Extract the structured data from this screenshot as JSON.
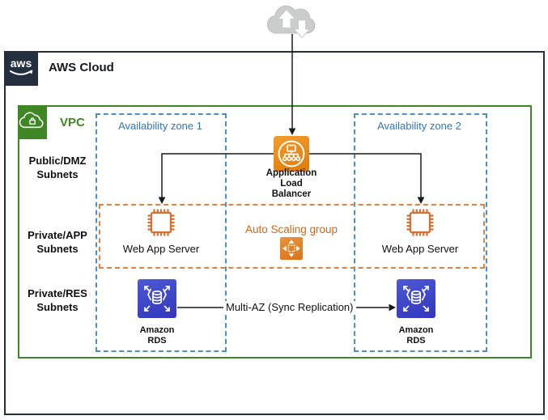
{
  "colors": {
    "aws_dark": "#232F3E",
    "vpc_green": "#3F8624",
    "az_blue": "#2E79BE",
    "orange": "#D86613",
    "rds_blue": "#3B48CC",
    "internet_cloud_gray": "#CBCDCC"
  },
  "internet": {
    "icon": "cloud-upload-download-icon"
  },
  "aws_cloud": {
    "logo_text": "aws",
    "title": "AWS Cloud"
  },
  "vpc": {
    "title": "VPC"
  },
  "zones": [
    {
      "label": "Availability zone 1"
    },
    {
      "label": "Availability zone 2"
    }
  ],
  "subnets": [
    {
      "line1": "Public/DMZ",
      "line2": "Subnets"
    },
    {
      "line1": "Private/APP",
      "line2": "Subnets"
    },
    {
      "line1": "Private/RES",
      "line2": "Subnets"
    }
  ],
  "load_balancer": {
    "line1": "Application",
    "line2": "Load",
    "line3": "Balancer"
  },
  "web_servers": [
    {
      "label": "Web App Server"
    },
    {
      "label": "Web App Server"
    }
  ],
  "auto_scaling_group": {
    "label": "Auto Scaling group"
  },
  "databases": [
    {
      "line1": "Amazon",
      "line2": "RDS"
    },
    {
      "line1": "Amazon",
      "line2": "RDS"
    }
  ],
  "replication": {
    "label": "Multi-AZ (Sync Replication)"
  }
}
